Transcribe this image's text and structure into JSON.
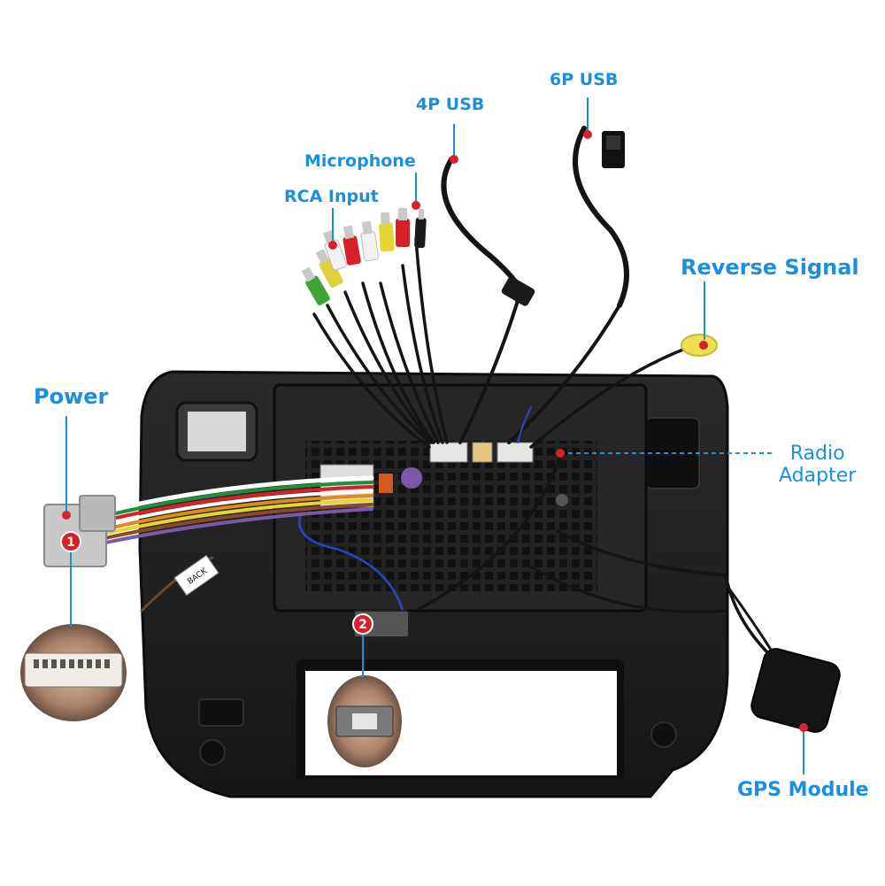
{
  "labels": {
    "usb6p": "6P USB",
    "usb4p": "4P USB",
    "microphone": "Microphone",
    "rca_input": "RCA Input",
    "reverse_signal": "Reverse Signal",
    "power": "Power",
    "radio_adapter_line1": "Radio",
    "radio_adapter_line2": "Adapter",
    "gps_module": "GPS Module"
  },
  "markers": {
    "power_connector": "1",
    "antenna_connector": "2"
  },
  "tags": {
    "back": "BACK"
  },
  "colors": {
    "callout_blue": "#1a8fe0",
    "marker_red": "#d8202a",
    "panel_black": "#1b1b1b"
  }
}
